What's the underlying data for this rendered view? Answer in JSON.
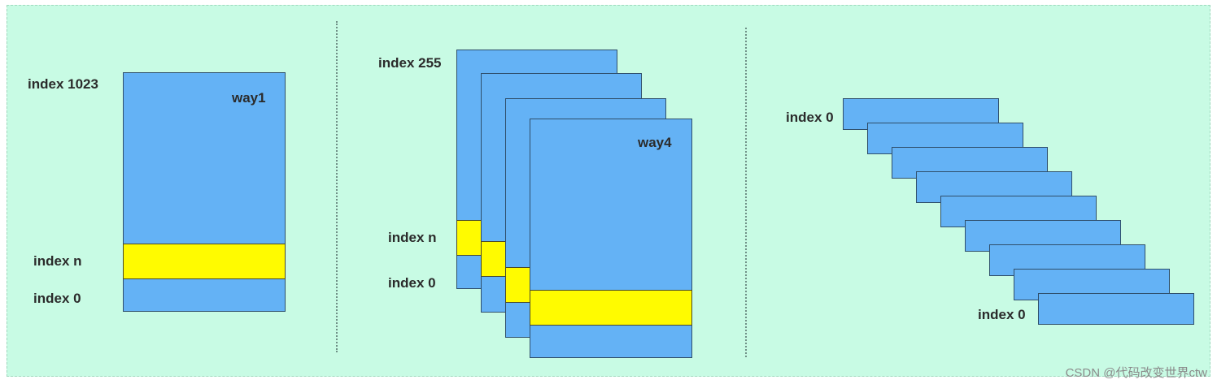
{
  "panel1": {
    "way_label": "way1",
    "index_top": "index 1023",
    "index_n": "index n",
    "index_bottom": "index 0"
  },
  "panel2": {
    "way_label": "way4",
    "index_top": "index 255",
    "index_n": "index n",
    "index_bottom": "index 0"
  },
  "panel3": {
    "index_top": "index 0",
    "index_bottom": "index 0",
    "bar_count": 9
  },
  "watermark": "CSDN @代码改变世界ctw",
  "colors": {
    "background": "#c8fbe4",
    "block": "#64b2f5",
    "highlight": "#fffb00",
    "border": "#2f4f6b"
  }
}
